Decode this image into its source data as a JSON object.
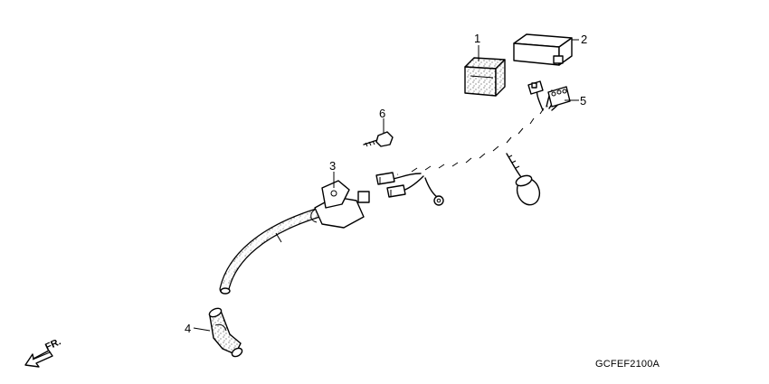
{
  "callouts": [
    {
      "id": "1",
      "label": "1"
    },
    {
      "id": "2",
      "label": "2"
    },
    {
      "id": "3",
      "label": "3"
    },
    {
      "id": "4",
      "label": "4"
    },
    {
      "id": "5",
      "label": "5"
    },
    {
      "id": "6",
      "label": "6"
    }
  ],
  "direction_label": "FR.",
  "diagram_code": "GCFEF2100A",
  "icons": {
    "direction": "front-arrow-icon"
  }
}
